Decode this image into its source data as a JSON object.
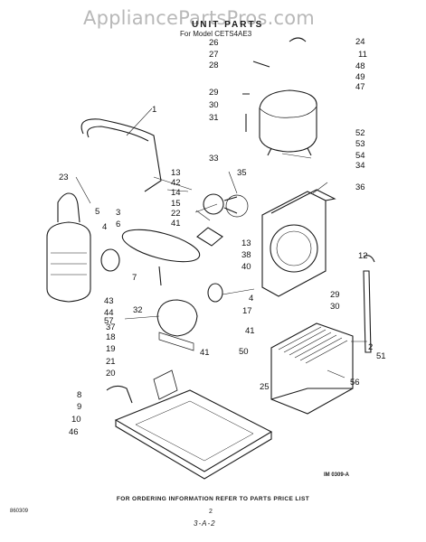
{
  "watermark": "AppliancePartsPros.com",
  "title": "UNIT PARTS",
  "subtitle": "For Model CETS4AE3",
  "labels": [
    "1",
    "2",
    "3",
    "4",
    "4",
    "5",
    "6",
    "7",
    "8",
    "9",
    "10",
    "11",
    "12",
    "13",
    "13",
    "14",
    "15",
    "17",
    "18",
    "19",
    "20",
    "21",
    "22",
    "23",
    "24",
    "25",
    "26",
    "27",
    "28",
    "29",
    "29",
    "30",
    "30",
    "31",
    "32",
    "33",
    "34",
    "35",
    "36",
    "37",
    "38",
    "40",
    "41",
    "41",
    "41",
    "42",
    "43",
    "44",
    "46",
    "47",
    "48",
    "49",
    "50",
    "51",
    "52",
    "53",
    "54",
    "56",
    "57"
  ],
  "footer": "FOR ORDERING INFORMATION REFER TO PARTS PRICE LIST",
  "code_left": "860309",
  "code_right": "IM 0309-A",
  "page_number": "2",
  "page_code": "3-A-2",
  "line_color": "#1a1a1a"
}
